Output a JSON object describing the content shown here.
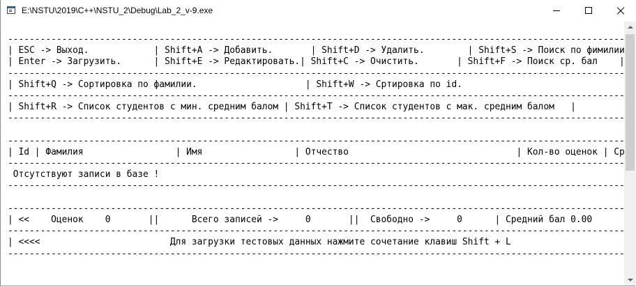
{
  "window": {
    "title": "E:\\NSTU\\2019\\C++\\NSTU_2\\Debug\\Lab_2_v-9.exe",
    "icons": [
      "console-app-icon",
      "minimize-icon",
      "maximize-icon",
      "close-icon"
    ]
  },
  "console": {
    "lines": [
      "",
      "-------------------------------------------------------------------------------------------------------------------------------------",
      "| ESC -> Выход.            | Shift+A -> Добавить.       | Shift+D -> Удалить.        | Shift+S -> Поиск по фимилии |",
      "| Enter -> Загрузить.      | Shift+E -> Редактировать.| Shift+C -> Очистить.       | Shift+F -> Поиск ср. бал    |",
      "-------------------------------------------------------------------------------------------------------------------------------------",
      "| Shift+Q -> Сортировка по фамилии.                    | Shift+W -> Сртировка по id.                                |",
      "-------------------------------------------------------------------------------------------------------------------------------------",
      "| Shift+R -> Список студентов с мин. средним балом | Shift+T -> Список студентов с мак. средним балом   |",
      "-------------------------------------------------------------------------------------------------------------------------------------",
      "",
      "-------------------------------------------------------------------------------------------------------------------------------------",
      "| Id | Фамилия                 | Имя                 | Отчество                               | Кол-во оценок | Средний бал |",
      "-------------------------------------------------------------------------------------------------------------------------------------",
      " Отсутствуют записи в базе !",
      "-------------------------------------------------------------------------------------------------------------------------------------",
      "",
      "-------------------------------------------------------------------------------------------------------------------------------------",
      "| <<    Оценок    0       ||      Всего записей ->     0       ||  Свободно ->     0      | Средний бал 0.00      >> |",
      "-------------------------------------------------------------------------------------------------------------------------------------",
      "| <<<<                        Для загрузки тестовых данных нажмите сочетание клавиш Shift + L                     >>>> |",
      "-------------------------------------------------------------------------------------------------------------------------------------"
    ]
  }
}
